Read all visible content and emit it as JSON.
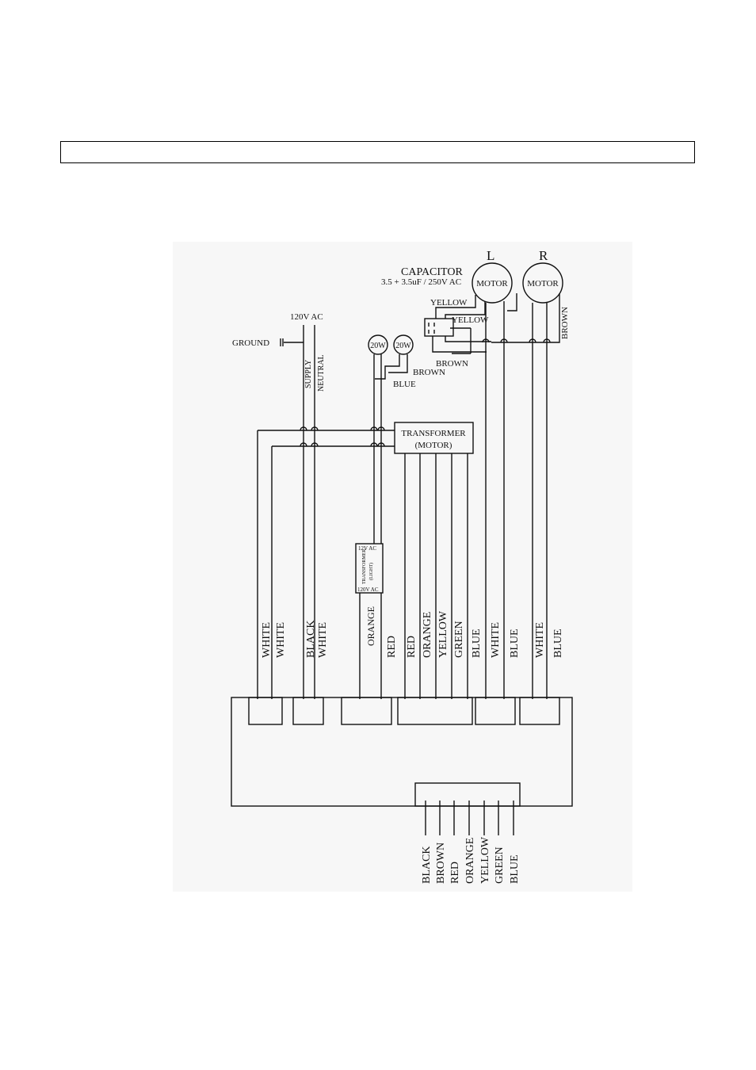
{
  "header": {
    "title": ""
  },
  "diagram": {
    "capacitor_title": "CAPACITOR",
    "capacitor_rating": "3.5 + 3.5uF / 250V AC",
    "motor_left_letter": "L",
    "motor_right_letter": "R",
    "motor_label": "MOTOR",
    "supply_voltage": "120V AC",
    "ground_label": "GROUND",
    "supply_label": "SUPPLY",
    "neutral_label": "NEUTRAL",
    "lamp_label": "20W",
    "transformer_motor_line1": "TRANSFORMER",
    "transformer_motor_line2": "(MOTOR)",
    "light_transformer_top": "12V AC",
    "light_transformer_mid1": "TRANSFORMER",
    "light_transformer_mid2": "(LIGHT)",
    "light_transformer_bottom": "120V AC",
    "wire_yellow": "YELLOW",
    "wire_brown": "BROWN",
    "wire_blue": "BLUE",
    "wire_labels": [
      "WHITE",
      "WHITE",
      "BLACK",
      "WHITE",
      "ORANGE",
      "RED",
      "RED",
      "ORANGE",
      "YELLOW",
      "GREEN",
      "BLUE",
      "WHITE",
      "BLUE",
      "WHITE",
      "BLUE"
    ],
    "bottom_wire_labels": [
      "BLACK",
      "BROWN",
      "RED",
      "ORANGE",
      "YELLOW",
      "GREEN",
      "BLUE"
    ]
  }
}
